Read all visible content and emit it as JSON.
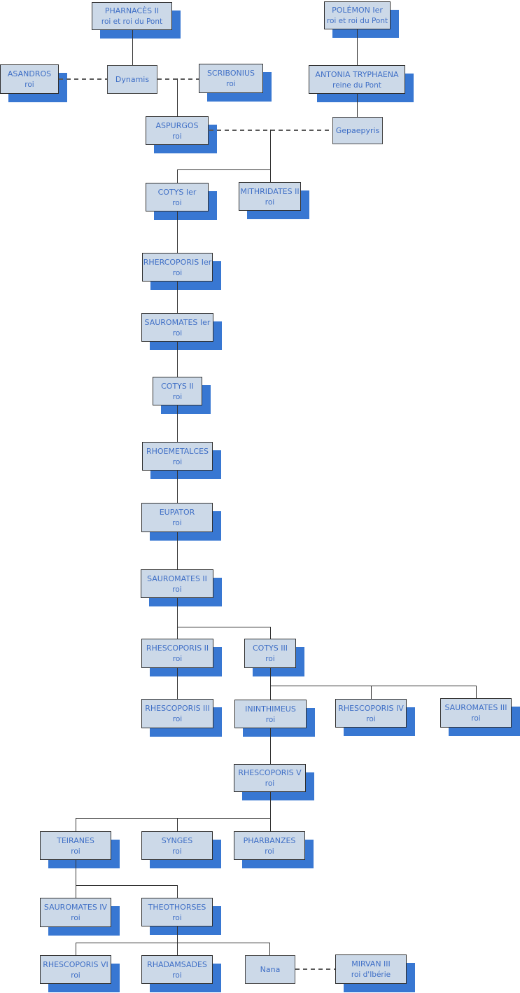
{
  "diagram_type": "family-tree",
  "colors": {
    "box_fill": "#ccd9e8",
    "box_border": "#2f2f2f",
    "box_shadow": "#3877d2",
    "text": "#3f6fc6",
    "solid_line": "#333333",
    "dashed_line": "#595959",
    "background": "#ffffff"
  },
  "nodes": {
    "pharnaces2": {
      "title": "PHARNACÈS II",
      "subtitle": "roi et roi du Pont"
    },
    "polemon1": {
      "title": "POLÉMON Ier",
      "subtitle": "roi et roi du Pont"
    },
    "asandros": {
      "title": "ASANDROS",
      "subtitle": "roi"
    },
    "dynamis": {
      "title": "Dynamis",
      "subtitle": ""
    },
    "scribonius": {
      "title": "SCRIBONIUS",
      "subtitle": "roi"
    },
    "antonia": {
      "title": "ANTONIA TRYPHAENA",
      "subtitle": "reine du Pont"
    },
    "aspurgos": {
      "title": "ASPURGOS",
      "subtitle": "roi"
    },
    "gepaepyris": {
      "title": "Gepaepyris",
      "subtitle": ""
    },
    "cotys1": {
      "title": "COTYS Ier",
      "subtitle": "roi"
    },
    "mithridates2": {
      "title": "MITHRIDATES II",
      "subtitle": "roi"
    },
    "rhercoporis1": {
      "title": "RHERCOPORIS Ier",
      "subtitle": "roi"
    },
    "sauromates1": {
      "title": "SAUROMATES Ier",
      "subtitle": "roi"
    },
    "cotys2": {
      "title": "COTYS II",
      "subtitle": "roi"
    },
    "rhoemetalces": {
      "title": "RHOEMETALCES",
      "subtitle": "roi"
    },
    "eupator": {
      "title": "EUPATOR",
      "subtitle": "roi"
    },
    "sauromates2": {
      "title": "SAUROMATES II",
      "subtitle": "roi"
    },
    "rhescoporis2": {
      "title": "RHESCOPORIS II",
      "subtitle": "roi"
    },
    "cotys3": {
      "title": "COTYS III",
      "subtitle": "roi"
    },
    "rhescoporis3": {
      "title": "RHESCOPORIS III",
      "subtitle": "roi"
    },
    "ininthimeus": {
      "title": "ININTHIMEUS",
      "subtitle": "roi"
    },
    "rhescoporis4": {
      "title": "RHESCOPORIS IV",
      "subtitle": "roi"
    },
    "sauromates3": {
      "title": "SAUROMATES III",
      "subtitle": "roi"
    },
    "rhescoporis5": {
      "title": "RHESCOPORIS V",
      "subtitle": "roi"
    },
    "teiranes": {
      "title": "TEIRANES",
      "subtitle": "roi"
    },
    "synges": {
      "title": "SYNGES",
      "subtitle": "roi"
    },
    "pharbanzes": {
      "title": "PHARBANZES",
      "subtitle": "roi"
    },
    "sauromates4": {
      "title": "SAUROMATES IV",
      "subtitle": "roi"
    },
    "theothorses": {
      "title": "THEOTHORSES",
      "subtitle": "roi"
    },
    "rhescoporis6": {
      "title": "RHESCOPORIS VI",
      "subtitle": "roi"
    },
    "rhadamsades": {
      "title": "RHADAMSADES",
      "subtitle": "roi"
    },
    "nana": {
      "title": "Nana",
      "subtitle": ""
    },
    "mirvan3": {
      "title": "MIRVAN III",
      "subtitle": "roi d'Ibérie"
    }
  }
}
